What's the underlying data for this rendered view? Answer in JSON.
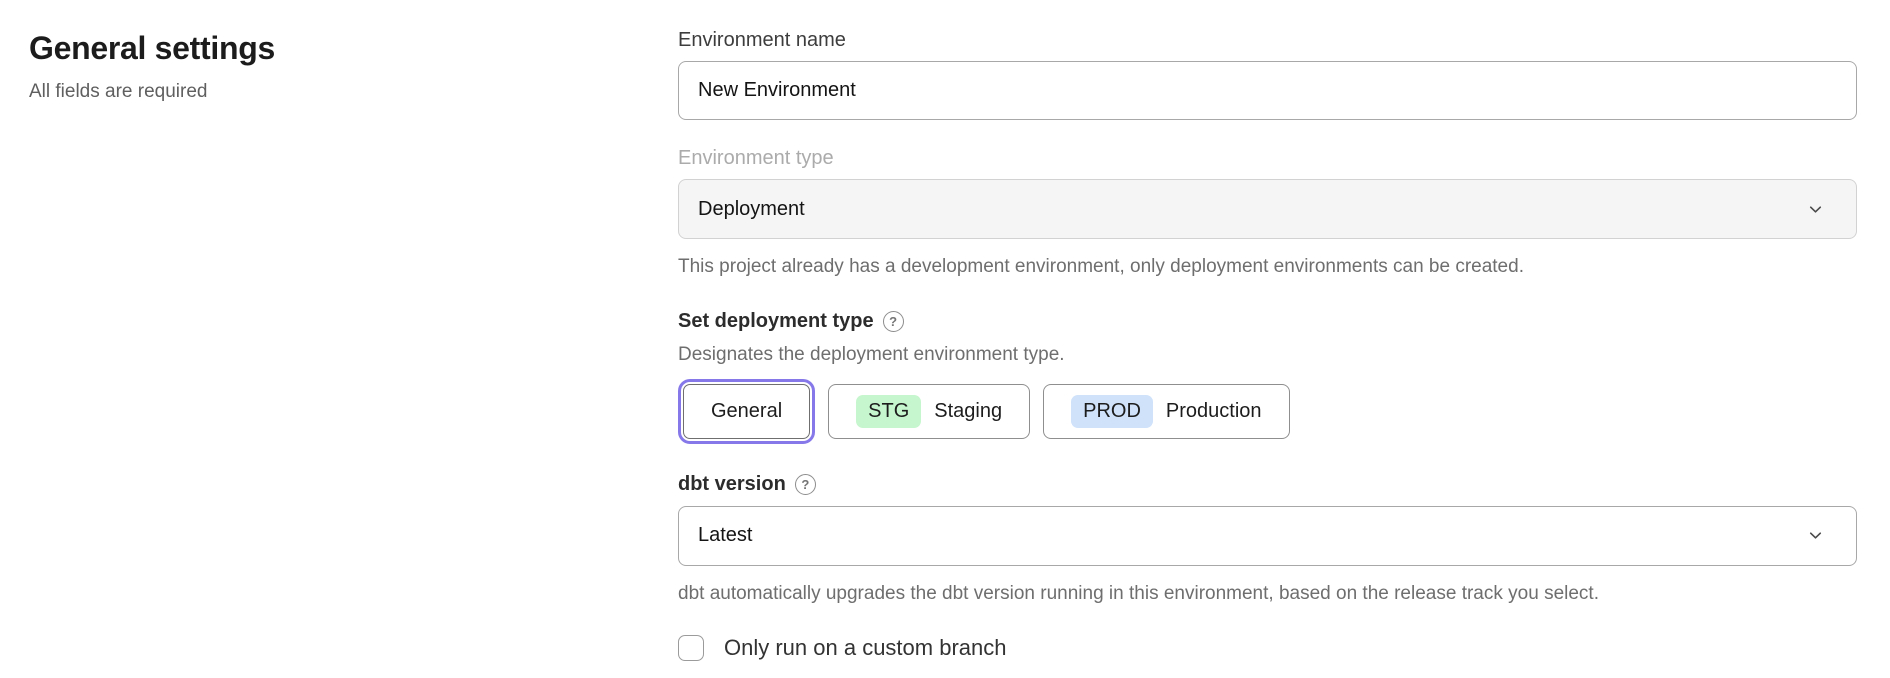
{
  "page": {
    "title": "General settings",
    "subtitle": "All fields are required"
  },
  "form": {
    "environment_name": {
      "label": "Environment name",
      "value": "New Environment"
    },
    "environment_type": {
      "label": "Environment type",
      "value": "Deployment",
      "disabled": true,
      "helper": "This project already has a development environment, only deployment environments can be created."
    },
    "deployment_type": {
      "label": "Set deployment type",
      "help_glyph": "?",
      "description": "Designates the deployment environment type.",
      "options": [
        {
          "label": "General",
          "badge": "",
          "selected": true
        },
        {
          "label": "Staging",
          "badge": "STG",
          "selected": false
        },
        {
          "label": "Production",
          "badge": "PROD",
          "selected": false
        }
      ]
    },
    "dbt_version": {
      "label": "dbt version",
      "help_glyph": "?",
      "value": "Latest",
      "helper": "dbt automatically upgrades the dbt version running in this environment, based on the release track you select."
    },
    "custom_branch": {
      "label": "Only run on a custom branch",
      "checked": false
    }
  },
  "icons": {
    "dropdown": "chevron-down",
    "help": "question-mark-circle"
  },
  "colors": {
    "accent-purple": "#8678e9",
    "badge-green": "#c5f6cd",
    "badge-blue": "#cfe2fa"
  }
}
